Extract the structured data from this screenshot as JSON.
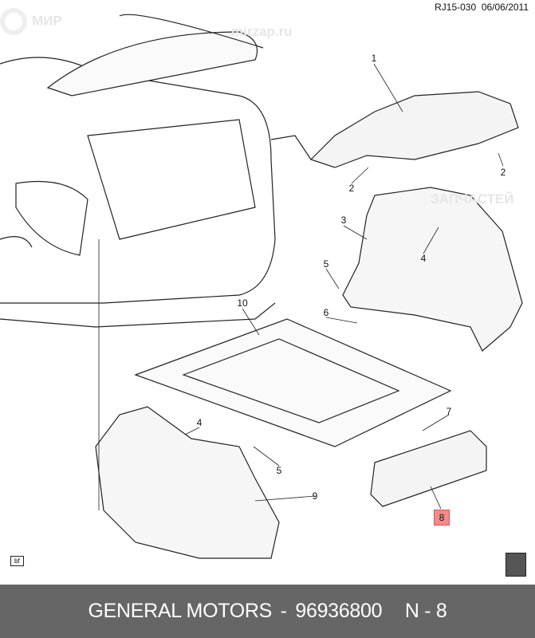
{
  "header": {
    "code": "RJ15-030",
    "date": "06/06/2011"
  },
  "watermark": {
    "line1": "МИР",
    "line2": "ЗАПЧАСТЕЙ",
    "site": "mirzap.ru"
  },
  "callouts": [
    "1",
    "2",
    "2",
    "3",
    "4",
    "5",
    "6",
    "10",
    "4",
    "5",
    "9",
    "7"
  ],
  "highlighted_callout": "8",
  "badge": "bf",
  "footer": {
    "brand": "GENERAL MOTORS",
    "separator": "-",
    "part_number": "96936800",
    "ref": "N - 8"
  },
  "colors": {
    "footer_bg": "#666666",
    "highlight": "#f28b8b"
  }
}
